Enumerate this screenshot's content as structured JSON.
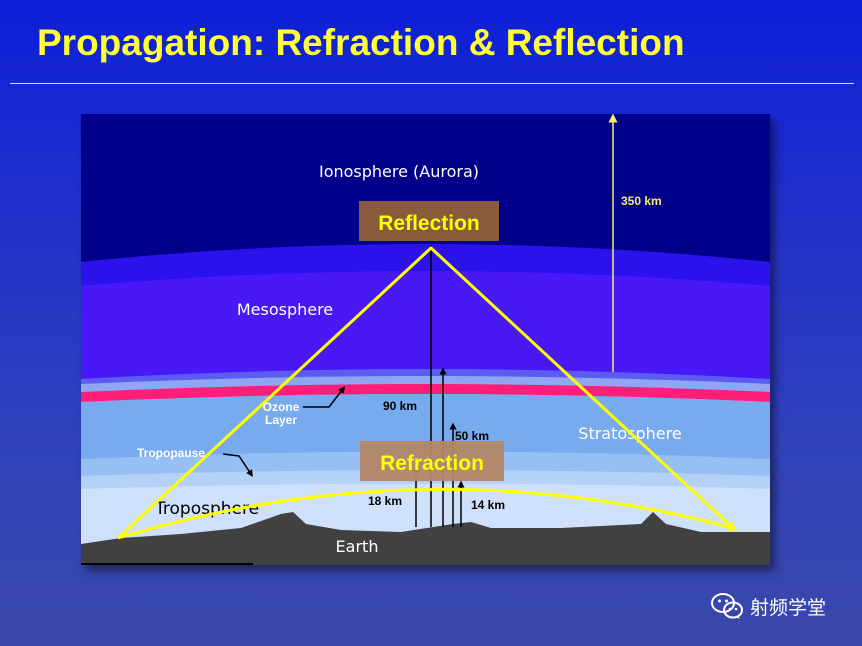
{
  "slide": {
    "title": "Propagation: Refraction & Reflection"
  },
  "diagram": {
    "layers": {
      "ionosphere": "Ionosphere (Aurora)",
      "mesosphere": "Mesosphere",
      "stratosphere": "Stratosphere",
      "ozone_line1": "Ozone",
      "ozone_line2": "Layer",
      "tropopause": "Tropopause",
      "troposphere": "Troposphere",
      "earth": "Earth"
    },
    "altitudes": {
      "km350": "350 km",
      "km90": "90 km",
      "km50": "50 km",
      "km18": "18 km",
      "km14": "14 km"
    },
    "callouts": {
      "reflection": "Reflection",
      "refraction": "Refraction"
    },
    "colors": {
      "ray": "#ffff00",
      "callout_fill": "#8a5a3c",
      "callout_text": "#ffff00",
      "ionosphere": "#00008a",
      "mesosphere": "#3c14f0",
      "ozone": "#ff1f7a",
      "stratosphere": "#75a9ee",
      "troposphere": "#c8dafa",
      "earth": "#404040"
    }
  },
  "watermark": {
    "text": "射频学堂"
  }
}
